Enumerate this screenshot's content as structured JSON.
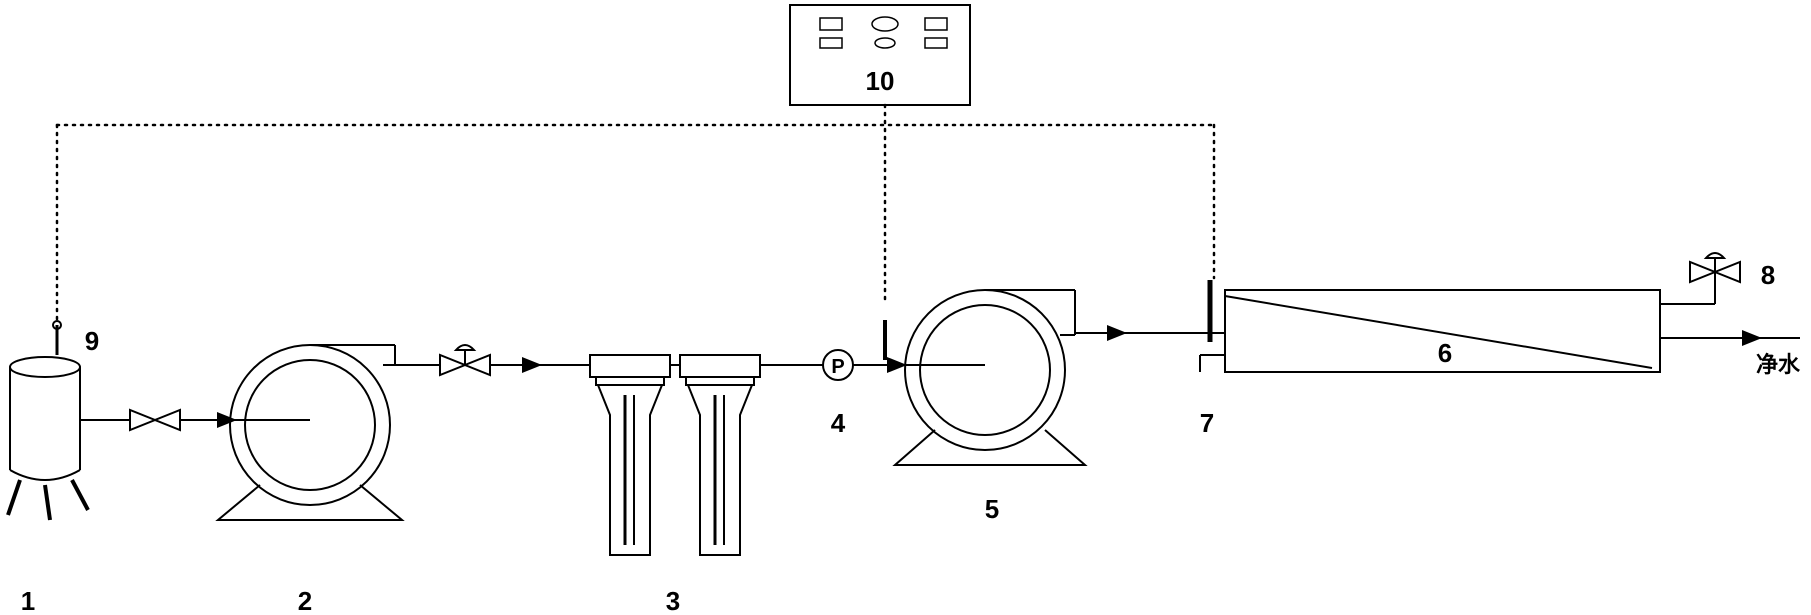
{
  "labels": {
    "tank": "1",
    "pump_low": "2",
    "prefilters": "3",
    "pressure_gauge": "4",
    "pump_high": "5",
    "membrane": "6",
    "sensor_outlet": "7",
    "valve_outlet": "8",
    "sensor_tank": "9",
    "controller": "10",
    "gauge_letter": "P",
    "product_water": "净水"
  },
  "colors": {
    "line": "#000000",
    "background": "#ffffff"
  }
}
